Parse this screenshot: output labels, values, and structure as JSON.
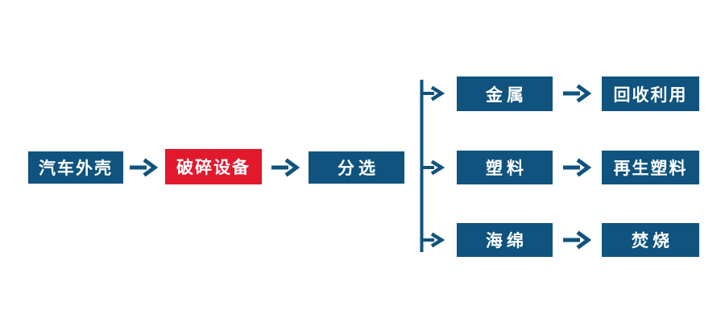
{
  "colors": {
    "primary_blue": "#0F537E",
    "accent_red": "#E2182D",
    "text_on_box": "#FFFFFF",
    "background": "#FFFFFF"
  },
  "diagram": {
    "type": "flowchart",
    "direction": "left-to-right",
    "main_flow": {
      "input": {
        "label": "汽车外壳",
        "style": "blue"
      },
      "process": {
        "label": "破碎设备",
        "style": "red"
      },
      "sort": {
        "label": "分选",
        "style": "blue"
      }
    },
    "branches": [
      {
        "material": "金属",
        "outcome": "回收利用"
      },
      {
        "material": "塑料",
        "outcome": "再生塑料"
      },
      {
        "material": "海绵",
        "outcome": "焚烧"
      }
    ],
    "icons": {
      "arrow": "arrow-right-icon",
      "connector": "branch-connector-lines"
    }
  }
}
